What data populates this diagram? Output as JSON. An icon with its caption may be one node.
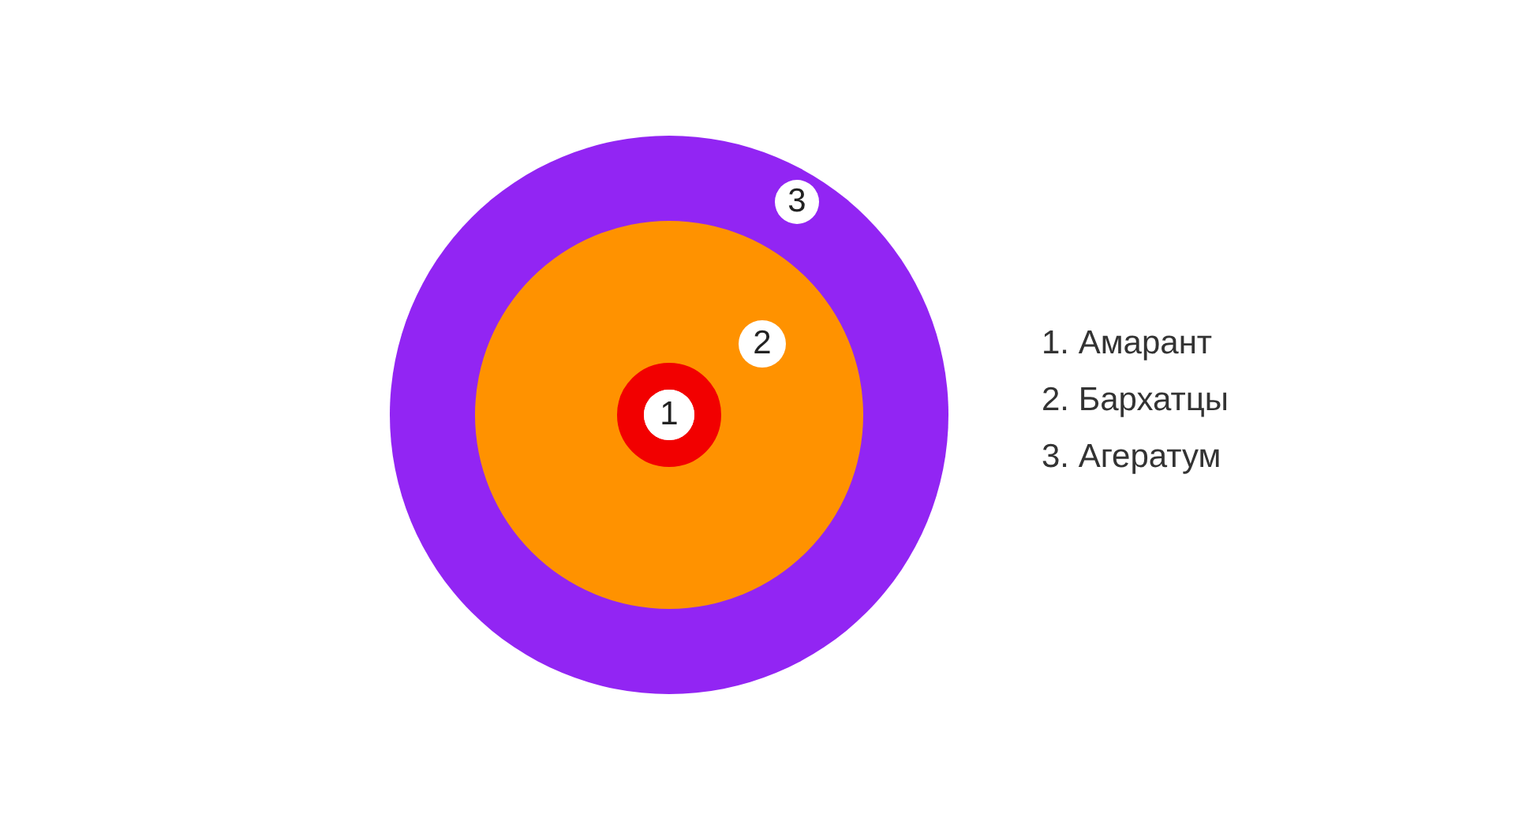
{
  "diagram": {
    "nodes": [
      {
        "text": [
          "3"
        ]
      },
      {
        "text": [
          "2"
        ],
        "in": 0
      },
      {
        "text": [
          "1"
        ],
        "in": 1
      }
    ],
    "labels": [
      "1. Амарант",
      "2. Бархатцы",
      "3. Агератум"
    ]
  }
}
